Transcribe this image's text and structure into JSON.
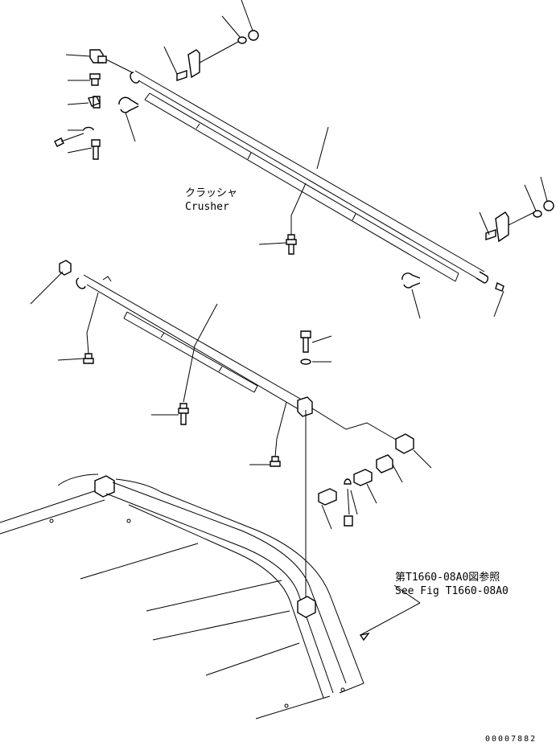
{
  "labels": {
    "crusher_jp": "クラッシャ",
    "crusher_en": "Crusher",
    "see_fig_jp": "第T1660-08A0図参照",
    "see_fig_en": "See Fig T1660-08A0",
    "drawing_number": "00007882"
  }
}
